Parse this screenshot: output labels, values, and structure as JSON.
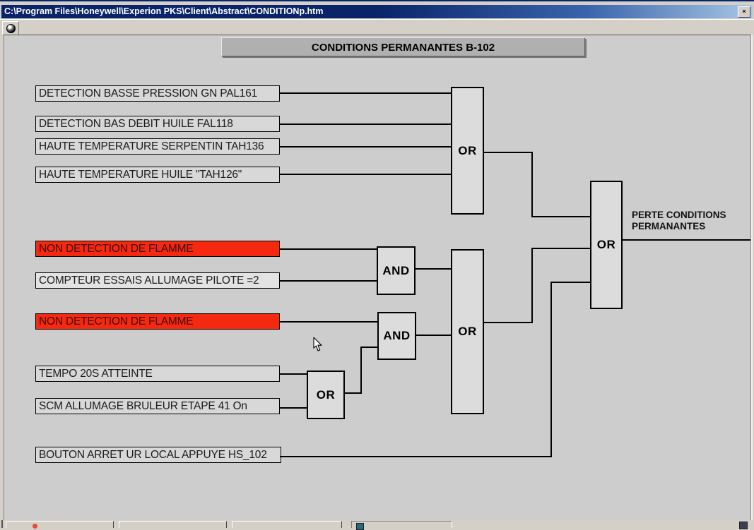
{
  "window": {
    "title": "C:\\Program Files\\Honeywell\\Experion PKS\\Client\\Abstract\\CONDITIONp.htm",
    "close_label": "×"
  },
  "diagram": {
    "title": "CONDITIONS PERMANANTES B-102",
    "inputs": [
      {
        "id": "pal161",
        "label": "DETECTION BASSE PRESSION GN PAL161",
        "alarm": false
      },
      {
        "id": "fal118",
        "label": "DETECTION BAS DEBIT HUILE FAL118",
        "alarm": false
      },
      {
        "id": "tah136",
        "label": "HAUTE TEMPERATURE SERPENTIN TAH136",
        "alarm": false
      },
      {
        "id": "tah126",
        "label": "HAUTE TEMPERATURE HUILE \"TAH126\"",
        "alarm": false
      },
      {
        "id": "flamme-1",
        "label": "NON DETECTION DE FLAMME",
        "alarm": true
      },
      {
        "id": "compteur",
        "label": "COMPTEUR ESSAIS ALLUMAGE PILOTE =2",
        "alarm": false,
        "light": true
      },
      {
        "id": "flamme-2",
        "label": "NON DETECTION DE FLAMME",
        "alarm": true
      },
      {
        "id": "tempo",
        "label": "TEMPO 20S ATTEINTE",
        "alarm": false
      },
      {
        "id": "scm",
        "label": "SCM ALLUMAGE BRULEUR ETAPE 41 On",
        "alarm": false
      },
      {
        "id": "hs102",
        "label": "BOUTON ARRET UR LOCAL APPUYE HS_102",
        "alarm": false
      }
    ],
    "gates": [
      {
        "id": "or-top",
        "label": "OR"
      },
      {
        "id": "and-1",
        "label": "AND"
      },
      {
        "id": "and-2",
        "label": "AND"
      },
      {
        "id": "or-small",
        "label": "OR"
      },
      {
        "id": "or-mid",
        "label": "OR"
      },
      {
        "id": "or-right",
        "label": "OR"
      }
    ],
    "output": {
      "line1": "PERTE CONDITIONS",
      "line2": "PERMANANTES"
    }
  },
  "colors": {
    "alarm_red": "#f5290f",
    "alarm_text": "#400c00",
    "titlebar_blue": "#0a246a",
    "box_gray": "#d8d8d8",
    "banner_gray": "#b0b0b0"
  }
}
